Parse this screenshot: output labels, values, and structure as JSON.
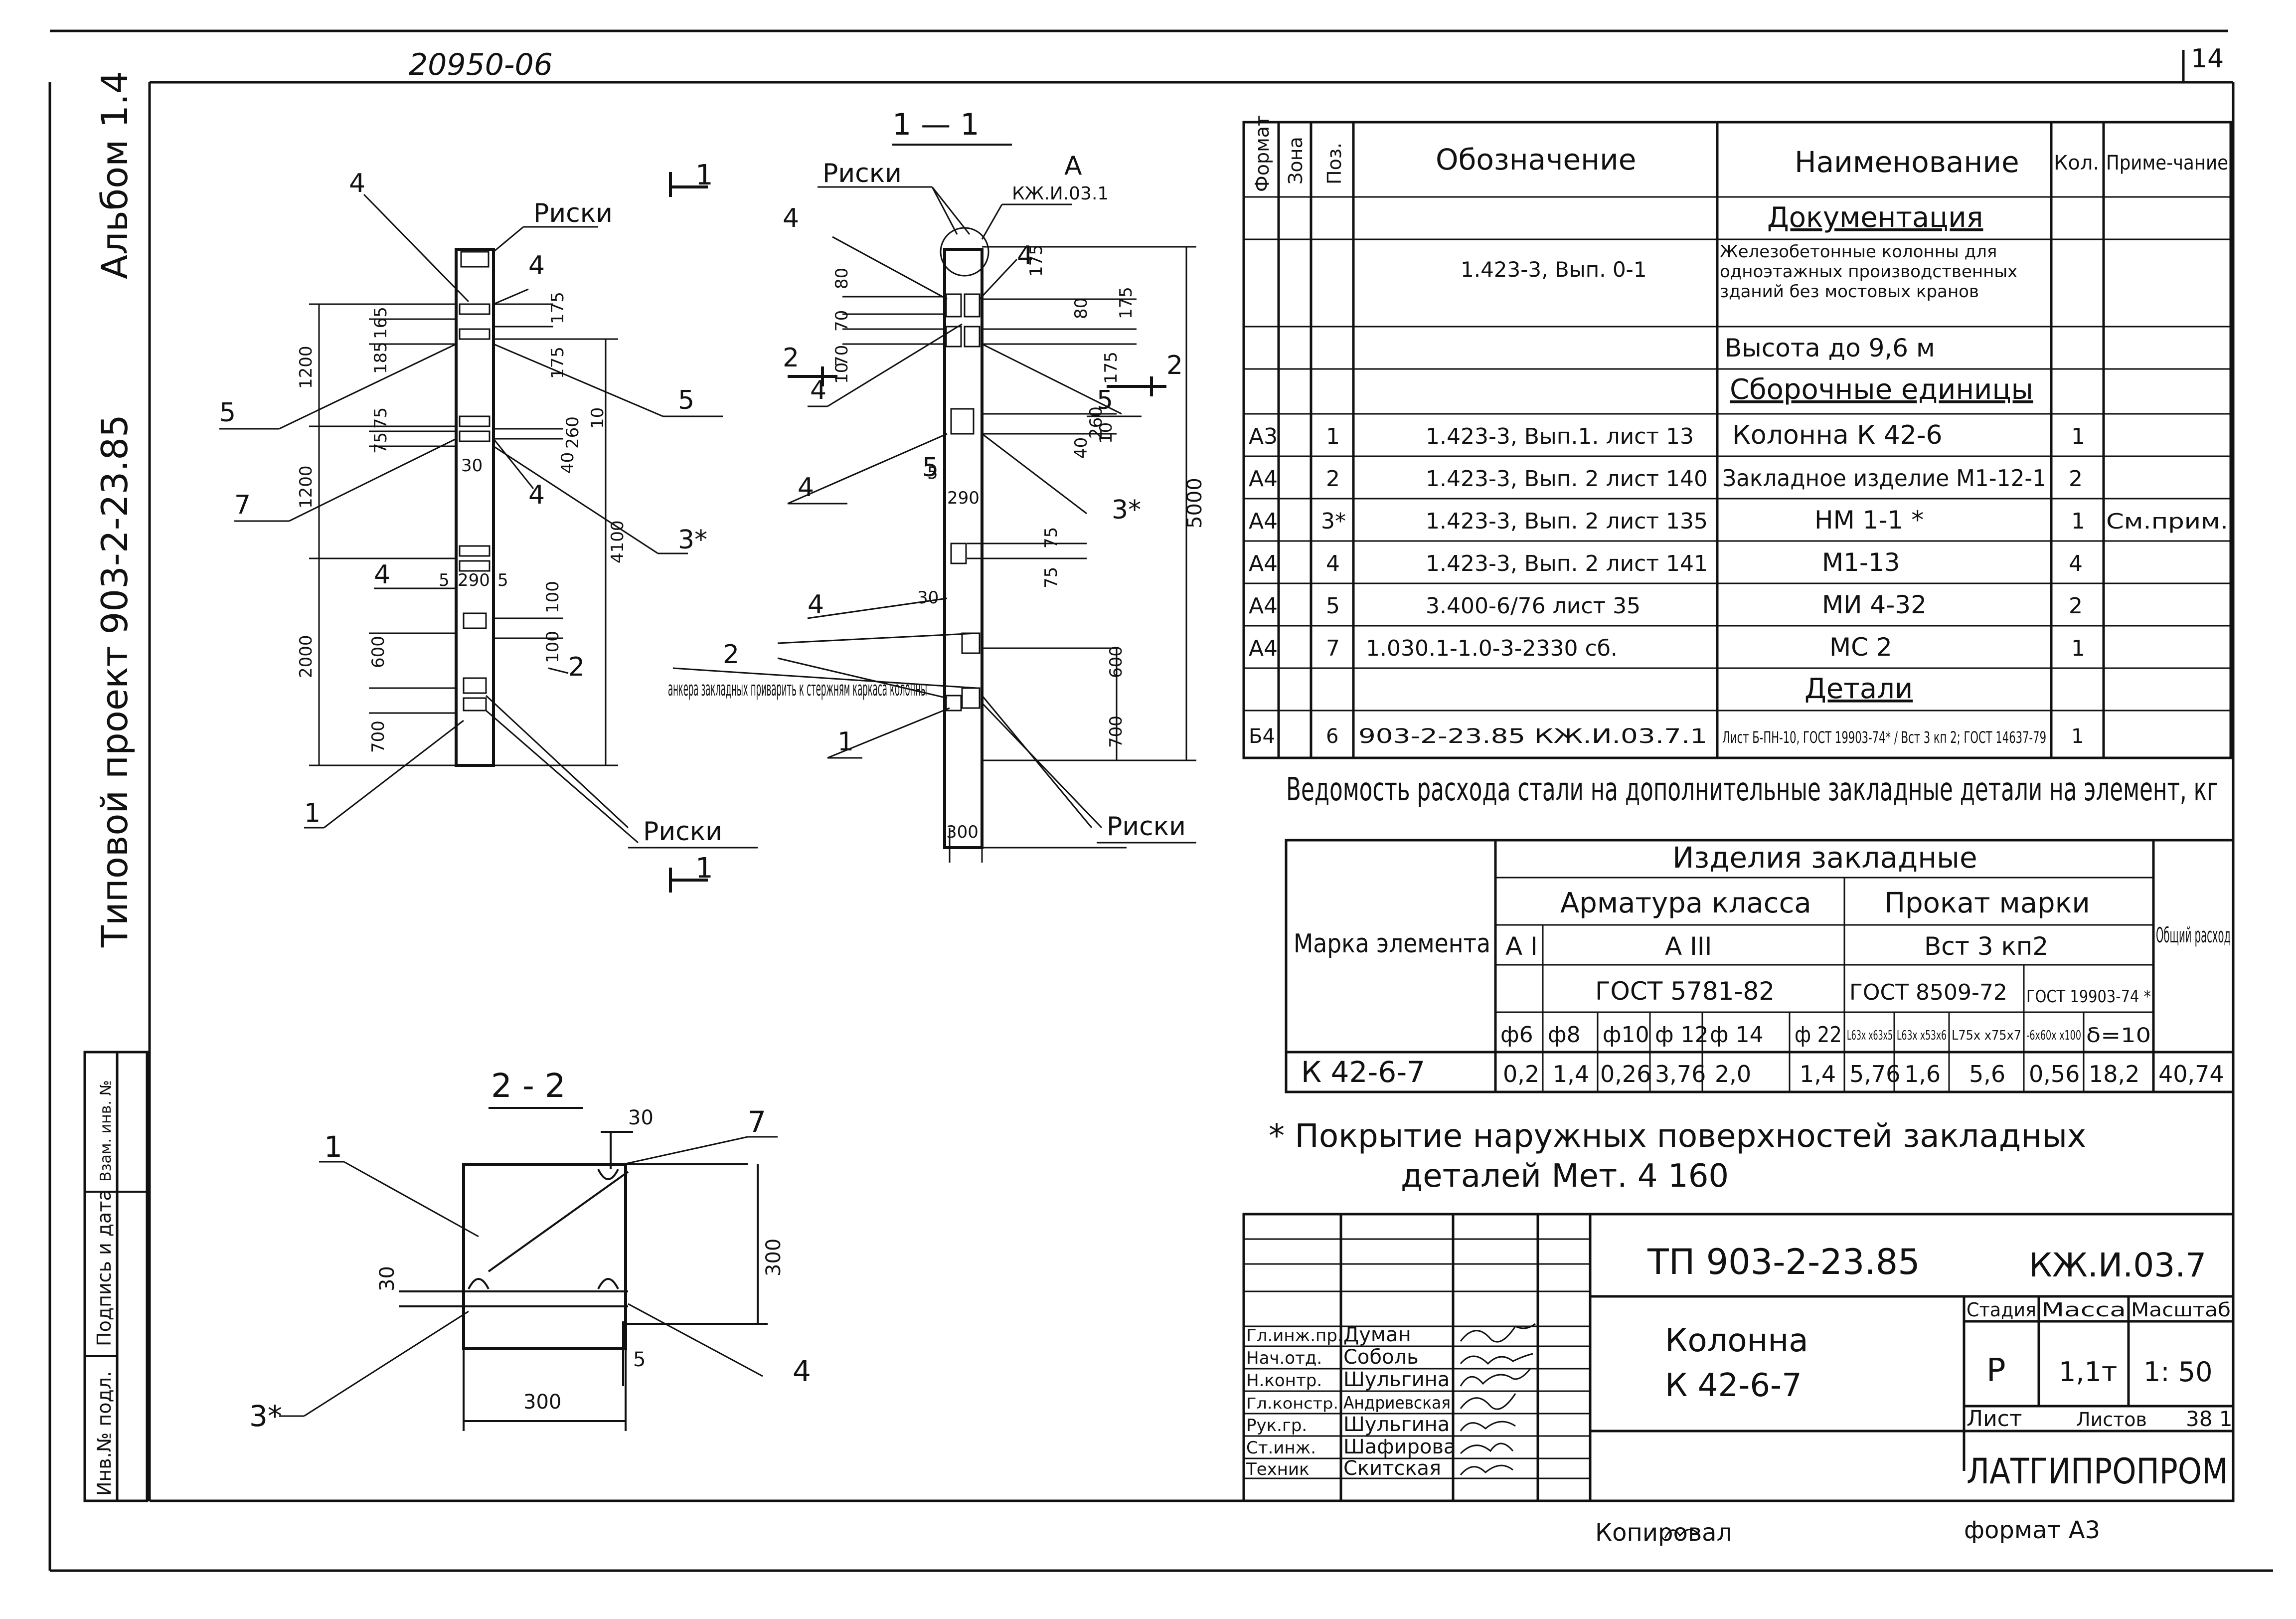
{
  "header": {
    "doc_no": "20950-06",
    "page_no": "14",
    "side_album": "Альбом 1.4",
    "side_project": "Типовой проект 903-2-23.85"
  },
  "left_stamp": {
    "cells": [
      "Инв.№ подл.",
      "Подпись и дата",
      "Взам. инв. №"
    ]
  },
  "drawing_front": {
    "labels": [
      "4",
      "Риски",
      "4",
      "5",
      "5",
      "7",
      "4",
      "3*",
      "4",
      "2",
      "1",
      "Риски"
    ],
    "dims": [
      "1200",
      "1200",
      "2000",
      "4100",
      "185",
      "165",
      "175",
      "175",
      "75",
      "75",
      "260",
      "10",
      "40",
      "30",
      "5",
      "290",
      "5",
      "100",
      "600",
      "700",
      "100"
    ],
    "section_mark": "1",
    "section_mark_bottom": "1"
  },
  "drawing_section_1": {
    "title": "1 — 1",
    "labels": [
      "Риски",
      "A",
      "КЖ.И.03.1",
      "4",
      "4",
      "2",
      "2",
      "4",
      "5",
      "5",
      "3*",
      "4",
      "4",
      "2",
      "1",
      "Риски"
    ],
    "dims": [
      "80",
      "70",
      "70",
      "10",
      "175",
      "80",
      "175",
      "175",
      "260",
      "40",
      "10",
      "5",
      "290",
      "30",
      "75",
      "75",
      "600",
      "700",
      "300",
      "5000"
    ],
    "anchor_note": "анкера закладных приварить к стержням каркаса колонны"
  },
  "drawing_section_2": {
    "title": "2 - 2",
    "labels": [
      "1",
      "7",
      "3*",
      "4"
    ],
    "dims": [
      "30",
      "30",
      "300",
      "300",
      "5"
    ]
  },
  "spec_table": {
    "headers": [
      "Формат",
      "Зона",
      "Поз.",
      "Обозначение",
      "Наименование",
      "Кол.",
      "Приме-чание"
    ],
    "rows": [
      {
        "fmt": "",
        "zone": "",
        "pos": "",
        "des": "",
        "name": "Документация",
        "qty": "",
        "note": ""
      },
      {
        "fmt": "",
        "zone": "",
        "pos": "",
        "des": "1.423-3, Вып. 0-1",
        "name": "Железобетонные колонны для одноэтажных производственных зданий без мостовых кранов",
        "qty": "",
        "note": ""
      },
      {
        "fmt": "",
        "zone": "",
        "pos": "",
        "des": "",
        "name": "Высота до 9,6 м",
        "qty": "",
        "note": ""
      },
      {
        "fmt": "",
        "zone": "",
        "pos": "",
        "des": "",
        "name": "Сборочные единицы",
        "qty": "",
        "note": ""
      },
      {
        "fmt": "А3",
        "zone": "",
        "pos": "1",
        "des": "1.423-3, Вып.1. лист 13",
        "name": "Колонна К 42-6",
        "qty": "1",
        "note": ""
      },
      {
        "fmt": "А4",
        "zone": "",
        "pos": "2",
        "des": "1.423-3, Вып. 2 лист 140",
        "name": "Закладное изделие М1-12-1",
        "qty": "2",
        "note": ""
      },
      {
        "fmt": "А4",
        "zone": "",
        "pos": "3*",
        "des": "1.423-3, Вып. 2 лист 135",
        "name": "НМ 1-1 *",
        "qty": "1",
        "note": "См.прим."
      },
      {
        "fmt": "А4",
        "zone": "",
        "pos": "4",
        "des": "1.423-3, Вып. 2 лист 141",
        "name": "М1-13",
        "qty": "4",
        "note": ""
      },
      {
        "fmt": "А4",
        "zone": "",
        "pos": "5",
        "des": "3.400-6/76 лист 35",
        "name": "МИ 4-32",
        "qty": "2",
        "note": ""
      },
      {
        "fmt": "А4",
        "zone": "",
        "pos": "7",
        "des": "1.030.1-1.0-3-2330 сб.",
        "name": "МС 2",
        "qty": "1",
        "note": ""
      },
      {
        "fmt": "",
        "zone": "",
        "pos": "",
        "des": "",
        "name": "Детали",
        "qty": "",
        "note": ""
      },
      {
        "fmt": "Б4",
        "zone": "",
        "pos": "6",
        "des": "903-2-23.85 КЖ.И.03.7.1",
        "name": "Лист Б-ПН-10, ГОСТ 19903-74* / Вст 3 кп 2; ГОСТ 14637-79",
        "qty": "1",
        "note": ""
      }
    ]
  },
  "steel_table": {
    "title": "Ведомость расхода стали на дополнительные закладные детали на элемент, кг",
    "group_header": "Изделия закладные",
    "col_mark": "Марка элемента",
    "armatura": "Арматура класса",
    "prokat": "Прокат марки",
    "total": "Общий расход",
    "class_a1": "А I",
    "class_a3": "А III",
    "gost_arm": "ГОСТ 5781-82",
    "prokat_grade": "Вст 3 кп2",
    "gost_8509": "ГОСТ 8509-72",
    "gost_19903": "ГОСТ 19903-74 *",
    "sizes": [
      "ф6",
      "ф8",
      "ф10",
      "ф 12",
      "ф 14",
      "ф 22",
      "L63x x63x5",
      "L63x x53x6",
      "L75x x75x7",
      "-6x60x x100",
      "δ=10"
    ],
    "row": {
      "mark": "К 42-6-7",
      "values": [
        "0,2",
        "1,4",
        "0,26",
        "3,76",
        "2,0",
        "1,4",
        "5,76",
        "1,6",
        "5,6",
        "0,56",
        "18,2"
      ],
      "total": "40,74"
    }
  },
  "note": {
    "line1": "* Покрытие наружных поверхностей закладных",
    "line2": "деталей Мет. 4 160"
  },
  "title_block": {
    "project": "ТП 903-2-23.85",
    "code": "КЖ.И.03.7",
    "name_line1": "Колонна",
    "name_line2": "К 42-6-7",
    "stage_h": "Стадия",
    "mass_h": "Масса",
    "scale_h": "Масштаб",
    "stage": "Р",
    "mass": "1,1т",
    "scale": "1: 50",
    "sheet_h": "Лист",
    "sheets_h": "Листов",
    "sheets": "38 1",
    "org": "ЛАТГИПРОПРОМ",
    "copied": "Копировал",
    "format": "формат А3",
    "roles": [
      {
        "role": "Гл.инж.пр.",
        "name": "Думан"
      },
      {
        "role": "Нач.отд.",
        "name": "Соболь"
      },
      {
        "role": "Н.контр.",
        "name": "Шульгина"
      },
      {
        "role": "Гл.констр.",
        "name": "Андриевская"
      },
      {
        "role": "Рук.гр.",
        "name": "Шульгина"
      },
      {
        "role": "Ст.инж.",
        "name": "Шафирова"
      },
      {
        "role": "Техник",
        "name": "Скитская"
      }
    ]
  }
}
